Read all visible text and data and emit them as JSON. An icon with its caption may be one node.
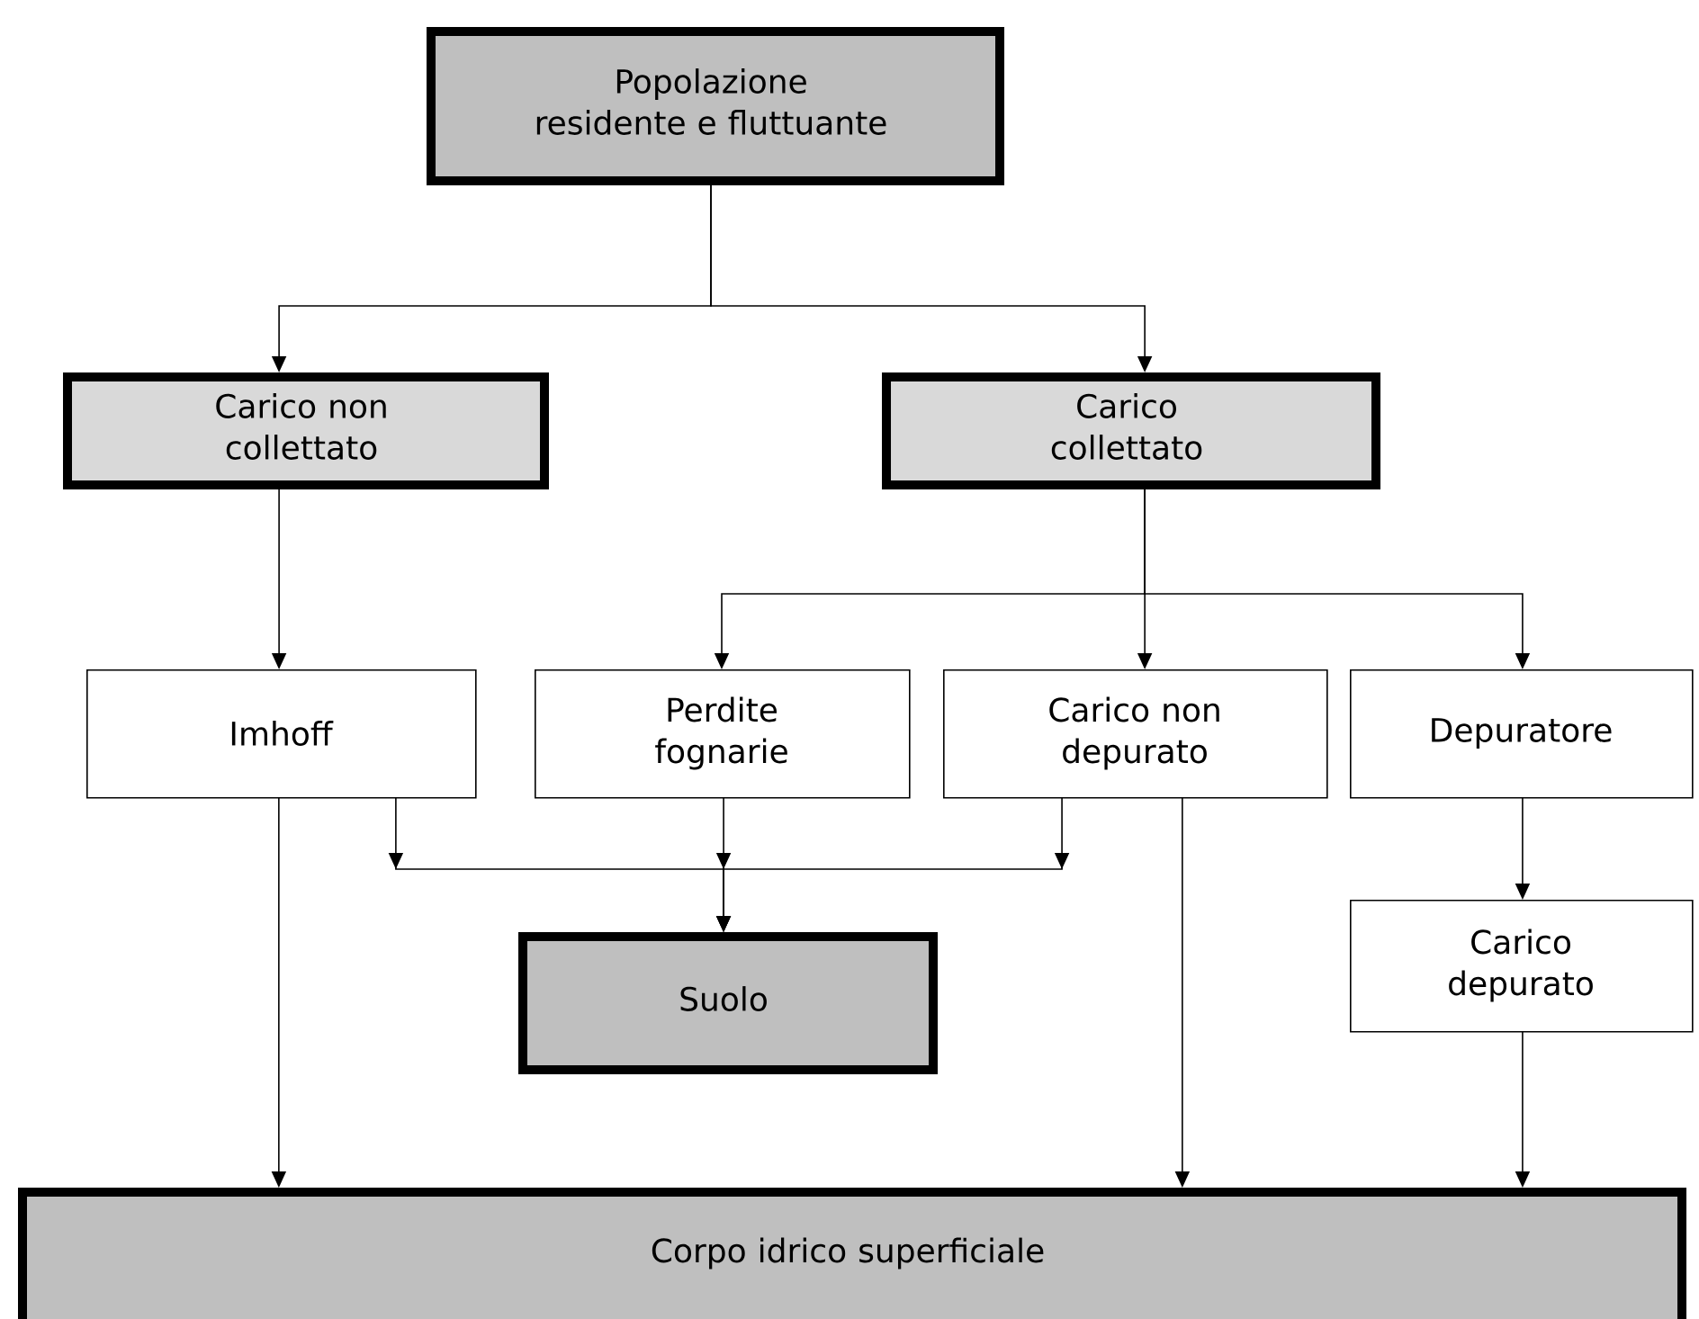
{
  "diagram": {
    "nodes": [
      {
        "text": [
          "Popolazione residente e fluttuante"
        ]
      },
      {
        "text": [
          "Carico non collettato"
        ]
      },
      {
        "text": [
          "Carico collettato"
        ]
      },
      {
        "text": [
          "Imhoff"
        ]
      },
      {
        "text": [
          "Perdite fognarie"
        ]
      },
      {
        "text": [
          "Carico non depurato"
        ]
      },
      {
        "text": [
          "Depuratore"
        ]
      },
      {
        "text": [
          "Suolo"
        ]
      },
      {
        "text": [
          "Carico depurato"
        ]
      },
      {
        "text": [
          "Corpo idrico superficiale"
        ]
      }
    ],
    "edges": [
      {
        "from": 0,
        "to": 1,
        "arrow": "to"
      },
      {
        "from": 0,
        "to": 2,
        "arrow": "to"
      },
      {
        "from": 1,
        "to": 3,
        "arrow": "to"
      },
      {
        "from": 2,
        "to": 4,
        "arrow": "to"
      },
      {
        "from": 2,
        "to": 5,
        "arrow": "to"
      },
      {
        "from": 2,
        "to": 6,
        "arrow": "to"
      },
      {
        "from": 3,
        "to": 7,
        "arrow": "to"
      },
      {
        "from": 4,
        "to": 7,
        "arrow": "to"
      },
      {
        "from": 5,
        "to": 7,
        "arrow": "to"
      },
      {
        "from": 6,
        "to": 8,
        "arrow": "to"
      },
      {
        "from": 3,
        "to": 9,
        "arrow": "to"
      },
      {
        "from": 5,
        "to": 9,
        "arrow": "to"
      },
      {
        "from": 8,
        "to": 9,
        "arrow": "to"
      }
    ]
  }
}
